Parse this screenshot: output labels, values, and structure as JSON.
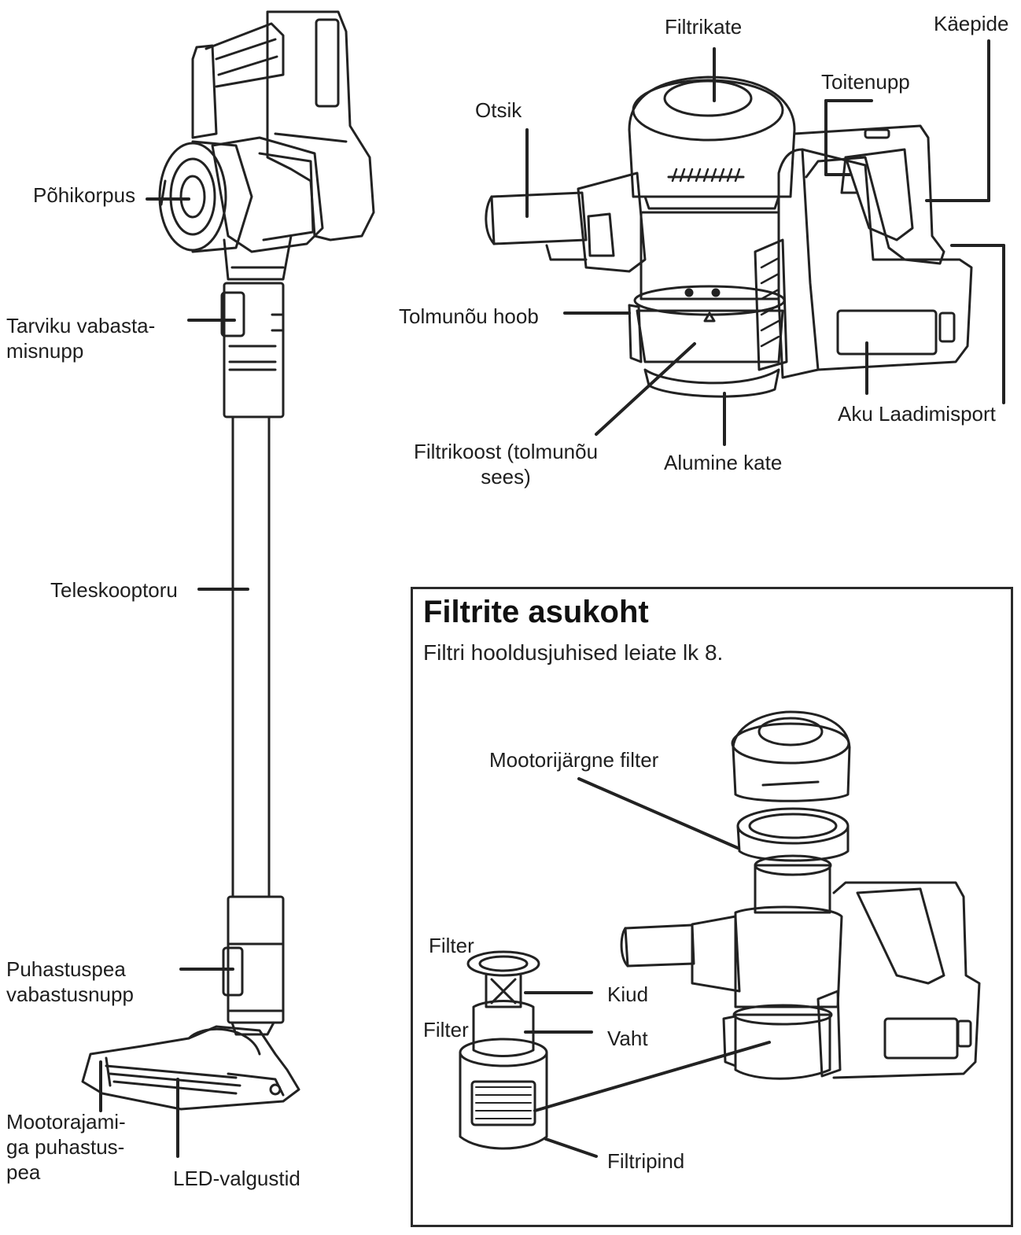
{
  "labels": {
    "pohikorpus": "Põhikorpus",
    "tarviku": "Tarviku vabasta-\nmisnupp",
    "teleskooptoru": "Teleskooptoru",
    "puhastuspea": "Puhastuspea\nvabastusnupp",
    "mootorajami": "Mootorajami-\nga puhastus-\npea",
    "led": "LED-valgustid",
    "filtrikate": "Filtrikate",
    "kaepide": "Käepide",
    "toitenupp": "Toitenupp",
    "otsik": "Otsik",
    "hoob": "Tolmunõu hoob",
    "aku": "Aku Laadimisport",
    "filtrikoost": "Filtrikoost (tolmunõu\nsees)",
    "alumine": "Alumine kate"
  },
  "filter_box": {
    "title": "Filtrite asukoht",
    "subtitle": "Filtri hooldusjuhised leiate lk 8.",
    "mootorijargne": "Mootorijärgne filter",
    "filter1": "Filter",
    "filter2": "Filter",
    "kiud": "Kiud",
    "vaht": "Vaht",
    "filtripind": "Filtripind"
  },
  "icons": [
    "vacuum-stick-drawing",
    "vacuum-main-unit-drawing",
    "filter-assembly-drawing"
  ]
}
